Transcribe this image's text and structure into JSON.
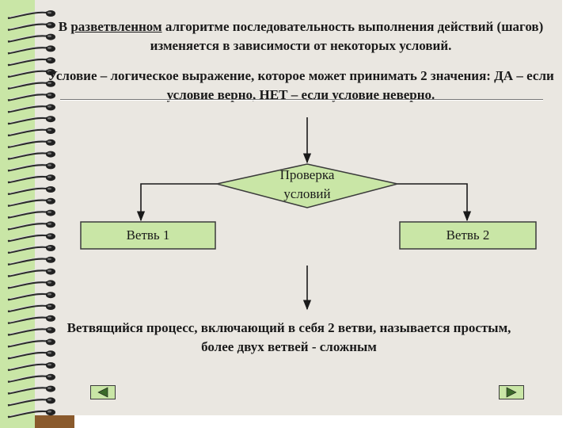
{
  "slide": {
    "intro_before": "В ",
    "intro_underlined": "разветвленном",
    "intro_after": " алгоритме последовательность выполнения действий (шагов) изменяется в зависимости от некоторых условий.",
    "condition_text": "Условие – логическое выражение, которое может принимать 2 значения: ДА – если условие верно, НЕТ – если условие неверно.",
    "summary_text": "Ветвящийся процесс, включающий в себя 2 ветви, называется простым, более двух ветвей - сложным"
  },
  "diagram": {
    "decision_line1": "Проверка",
    "decision_line2": "условий",
    "branch1": "Ветвь 1",
    "branch2": "Ветвь 2"
  },
  "colors": {
    "shape_fill": "#c9e6a6",
    "shape_border": "#3b3b3b",
    "binding_brown": "#8a5a2c",
    "paper": "#eae7e1"
  },
  "nav": {
    "prev_icon": "triangle-left-icon",
    "next_icon": "triangle-right-icon"
  }
}
